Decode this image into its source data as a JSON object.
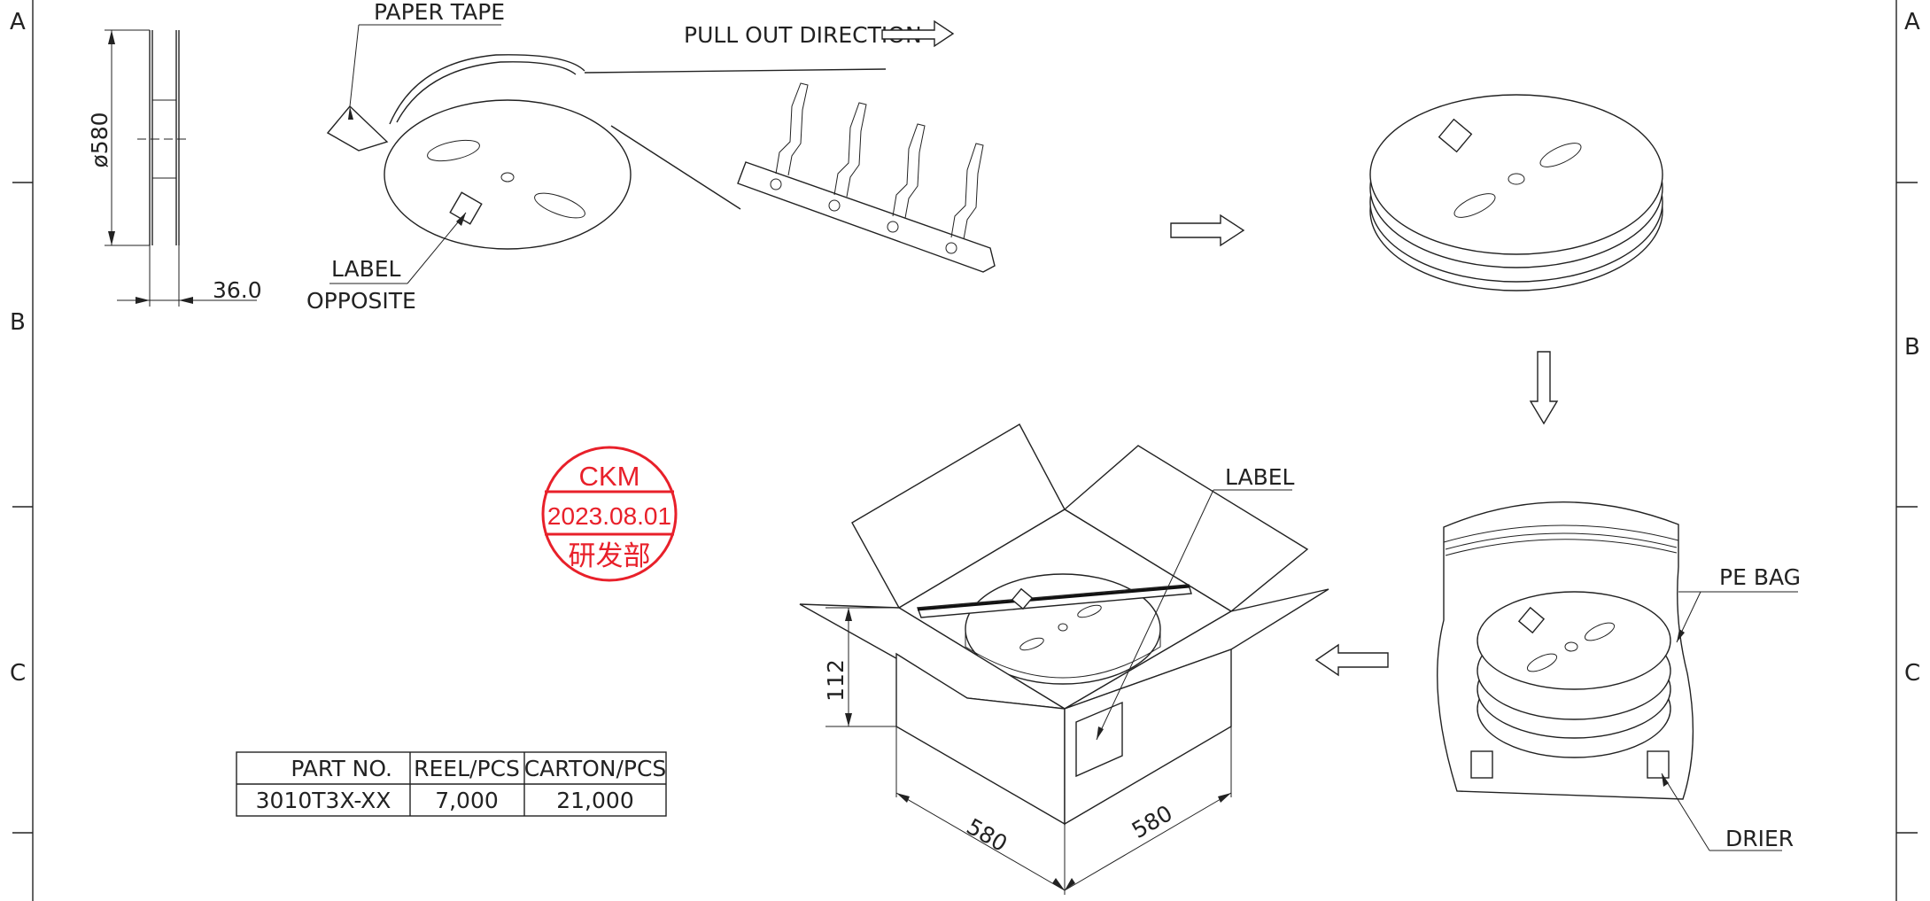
{
  "frame": {
    "rows_left": [
      "A",
      "B",
      "C"
    ],
    "rows_right": [
      "A",
      "B",
      "C"
    ]
  },
  "labels": {
    "paper_tape": "PAPER TAPE",
    "pull_out_direction": "PULL OUT DIRECTION",
    "label_opposite_1": "LABEL",
    "label_opposite_2": "OPPOSITE",
    "label_box": "LABEL",
    "pe_bag": "PE BAG",
    "drier": "DRIER"
  },
  "dimensions": {
    "reel_diameter": "ø580",
    "reel_width": "36.0",
    "carton_height": "112",
    "carton_length": "580",
    "carton_width": "580"
  },
  "stamp": {
    "company": "CKM",
    "date": "2023.08.01",
    "dept": "研发部",
    "color": "#e8202a"
  },
  "table": {
    "headers": [
      "PART NO.",
      "REEL/PCS",
      "CARTON/PCS"
    ],
    "rows": [
      [
        "3010T3X-XX",
        "7,000",
        "21,000"
      ]
    ]
  }
}
